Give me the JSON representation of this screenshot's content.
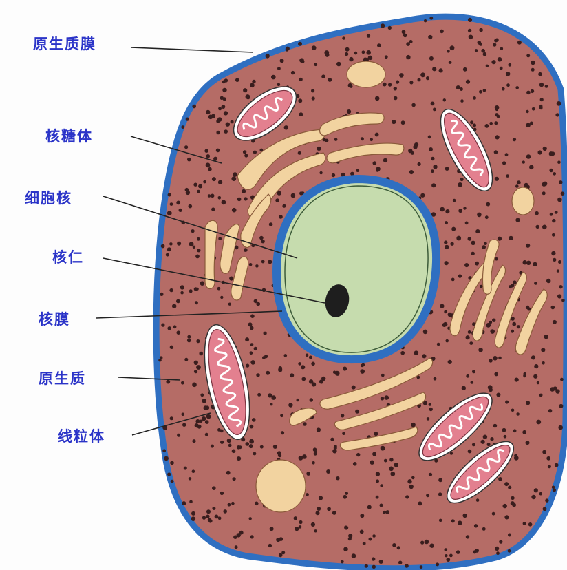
{
  "labels": {
    "plasma_membrane": "原生质膜",
    "ribosome": "核糖体",
    "nucleus": "细胞核",
    "nucleolus": "核仁",
    "nuclear_envelope": "核膜",
    "cytoplasm": "原生质",
    "mitochondrion": "线粒体"
  },
  "colors": {
    "label": "#2b34c8",
    "membrane": "#2f6fc1",
    "cytoplasm": "#b56c66",
    "nucleus": "#c6dcae",
    "organelle": "#f2d3a0",
    "mitochondrion": "#e3808f",
    "ribosome": "#3a1e1e"
  }
}
